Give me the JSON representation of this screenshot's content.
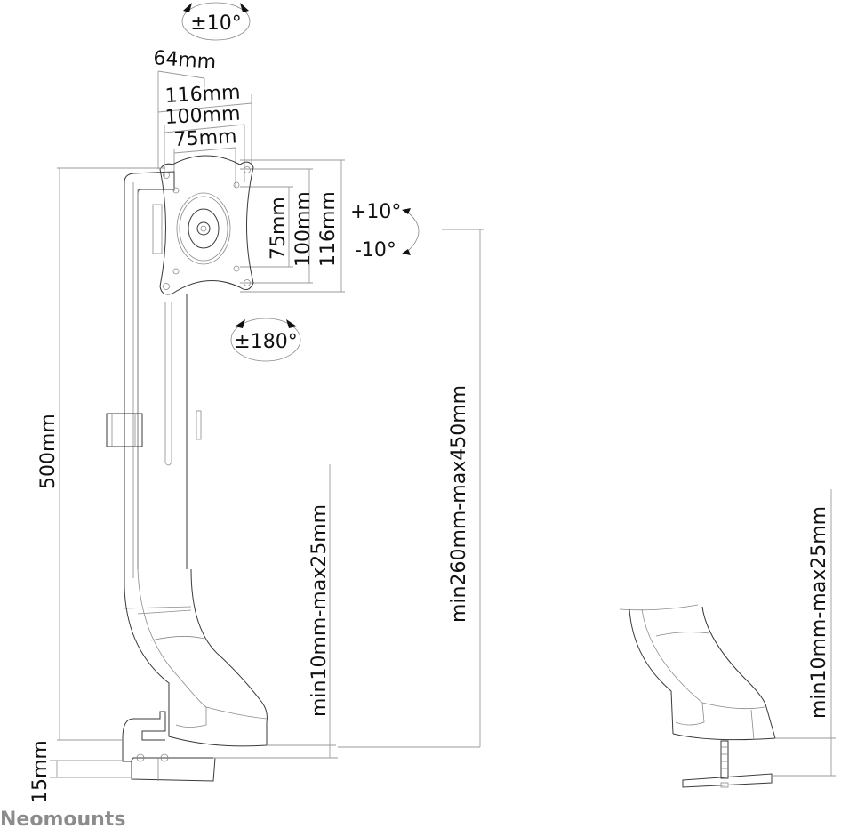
{
  "diagram": {
    "title": "Monitor desk mount technical dimensions",
    "labels": {
      "tilt_top": "±10°",
      "offset": "64mm",
      "vesa_w_116": "116mm",
      "vesa_w_100": "100mm",
      "vesa_w_75": "75mm",
      "vesa_h_75": "75mm",
      "vesa_h_100": "100mm",
      "vesa_h_116": "116mm",
      "tilt_plus": "+10°",
      "tilt_minus": "-10°",
      "rotate": "±180°",
      "pole_height": "500mm",
      "desk_thickness_left": "min10mm-max25mm",
      "height_range": "min260mm-max450mm",
      "desk_thickness_right": "min10mm-max25mm",
      "clamp_gap": "15mm"
    },
    "brand": "Neomounts",
    "colors": {
      "line": "#3a3a3a",
      "dimension": "#9a9a9a",
      "text": "#111111",
      "brand": "#8c8c8c"
    }
  }
}
